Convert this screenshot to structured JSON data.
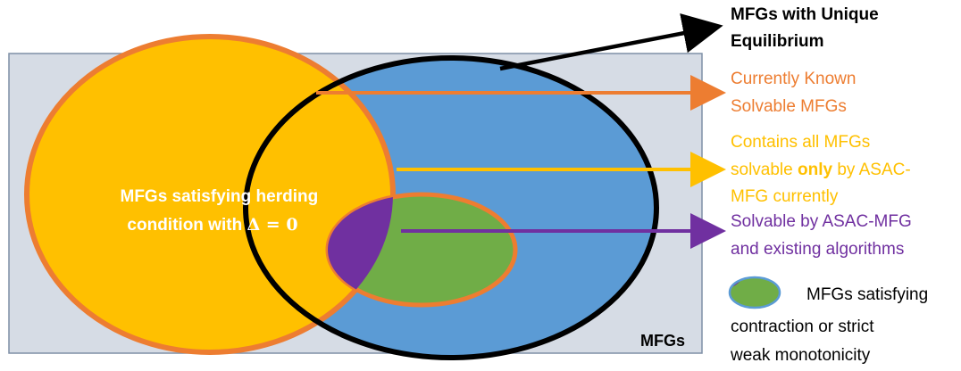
{
  "diagram": {
    "universe_label": "MFGs",
    "herding_label": {
      "line1": "MFGs satisfying herding",
      "line2_prefix": "condition with ",
      "line2_math": "Δ = 0"
    },
    "unique_eq_label": {
      "line1": "MFGs with Unique",
      "line2": "Equilibrium"
    },
    "known_label": {
      "line1": "Currently Known",
      "line2": "Solvable MFGs"
    },
    "asac_only_label": {
      "line1": "Contains all MFGs",
      "line2_pre": "solvable ",
      "line2_bold": "only",
      "line2_post": " by ASAC-",
      "line3": "MFG currently"
    },
    "existing_label": {
      "line1": "Solvable by ASAC-MFG",
      "line2": "and existing algorithms"
    },
    "legend_label": {
      "line1": "MFGs satisfying",
      "line2": "contraction or strict",
      "line3": "weak monotonicity"
    }
  },
  "colors": {
    "universe_fill": "#d6dce5",
    "universe_stroke": "#7f8fa6",
    "herding_fill": "#ffc000",
    "orange_stroke": "#ed7d31",
    "blue_fill": "#5b9bd5",
    "green_fill": "#70ad47",
    "purple": "#7030a0",
    "black": "#000000",
    "white": "#ffffff"
  }
}
